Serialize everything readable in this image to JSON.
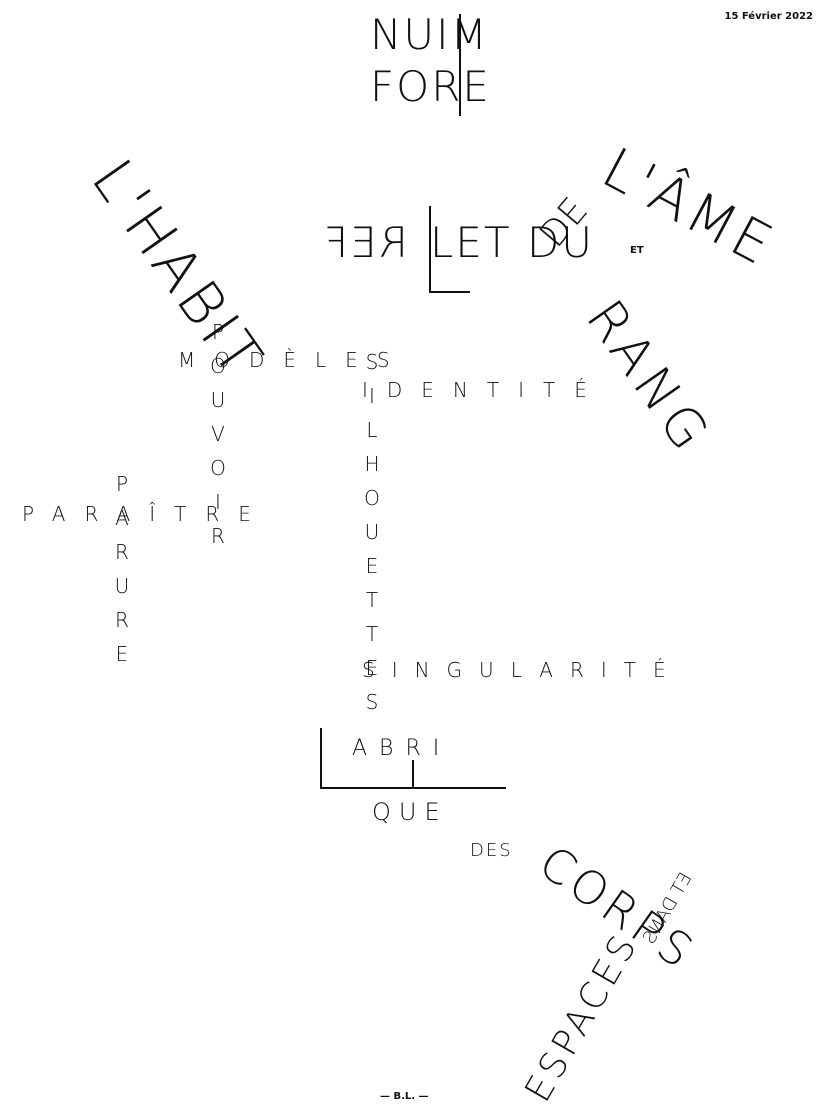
{
  "date": "15 Février 2022",
  "signature": "— B.L. —",
  "title_block": {
    "line1": "NUIM",
    "line2": "FORE"
  },
  "habit_word": "L'HABIT",
  "reflet_phrase": {
    "reversed": "REF",
    "rest": "LET DU",
    "de": "DE"
  },
  "ame_word": "L'ÂME",
  "et_small": "ET",
  "rang_word": "RANG",
  "modeles": "MODÈLES",
  "identite": "IDENTITÉ",
  "pouvoir": "POUVOIR",
  "silhouettes": "SILHOUETTES",
  "paraitre": "PARAÎTRE",
  "parure": "PARURE",
  "singularite": "SINGULARITÉ",
  "abri": "ABRI",
  "que": "QUE",
  "des": "DES",
  "corps": "CORPS",
  "et_dans": "ET DANS",
  "espaces": "ESPACES"
}
